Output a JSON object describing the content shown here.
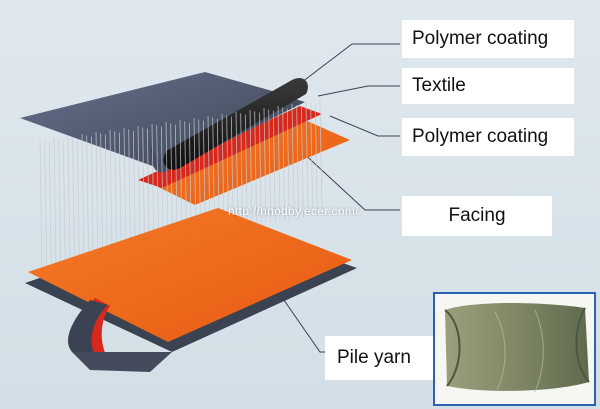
{
  "labels": {
    "polymer_coating_top": "Polymer coating",
    "textile": "Textile",
    "polymer_coating_bottom": "Polymer coating",
    "facing": "Facing",
    "pile_yarn": "Pile yarn"
  },
  "watermark": "http://hnodby.ecer.com/",
  "colors": {
    "background": "#d9e3ea",
    "panel_dark": "#3b4252",
    "panel_top": "#5a6478",
    "orange": "#f06a1c",
    "red": "#d8281c",
    "black_roll": "#1a1a1a",
    "fiber": "#c8ccd2",
    "label_bg": "#ffffff",
    "photo_border": "#2a63b6"
  }
}
